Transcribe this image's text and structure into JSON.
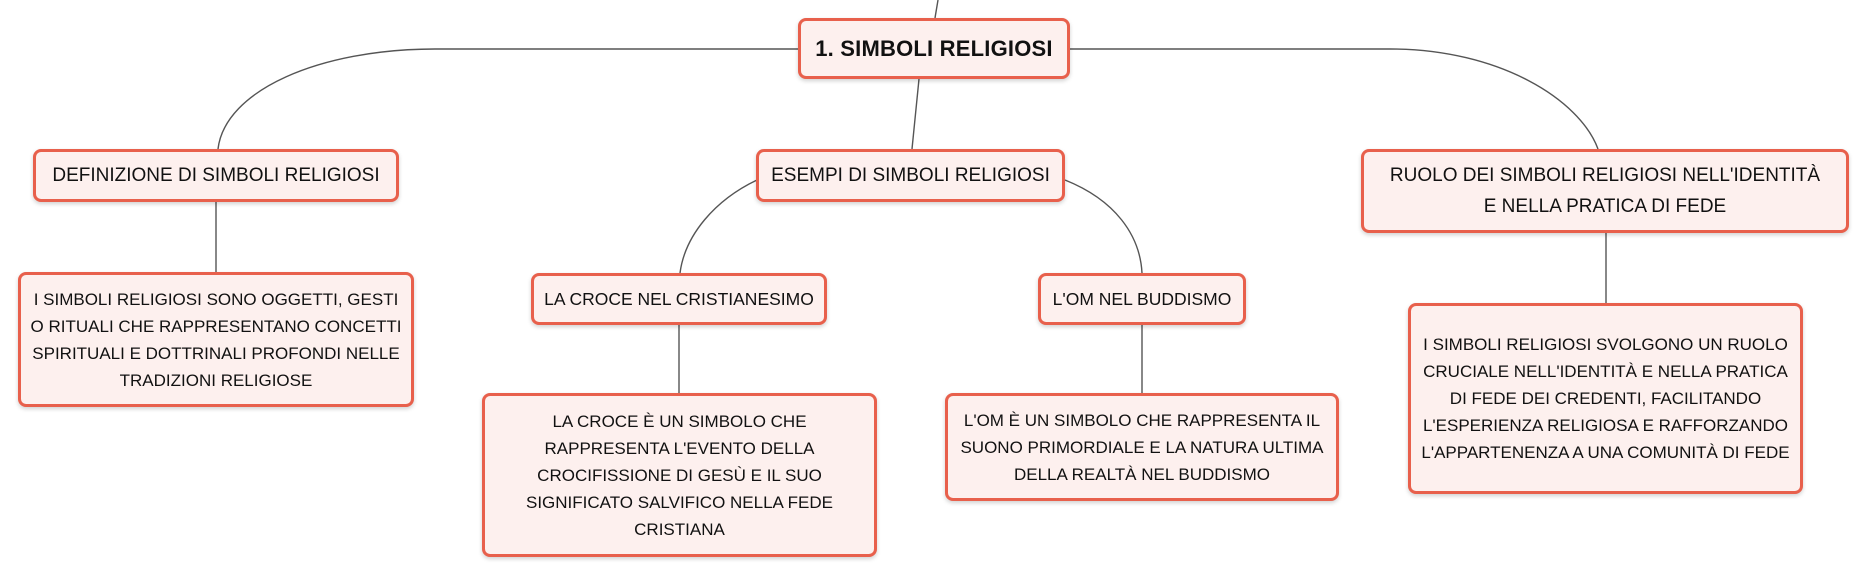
{
  "root": {
    "label": "1. SIMBOLI RELIGIOSI"
  },
  "branches": [
    {
      "label": "DEFINIZIONE DI SIMBOLI RELIGIOSI",
      "description": "I SIMBOLI RELIGIOSI SONO OGGETTI, GESTI O RITUALI CHE RAPPRESENTANO CONCETTI SPIRITUALI E DOTTRINALI PROFONDI NELLE TRADIZIONI RELIGIOSE"
    },
    {
      "label": "ESEMPI DI SIMBOLI RELIGIOSI",
      "children": [
        {
          "label": "LA CROCE NEL CRISTIANESIMO",
          "description": "LA CROCE È UN SIMBOLO CHE RAPPRESENTA L'EVENTO DELLA CROCIFISSIONE DI GESÙ E IL SUO SIGNIFICATO SALVIFICO NELLA FEDE CRISTIANA"
        },
        {
          "label": "L'OM NEL BUDDISMO",
          "description": "L'OM È UN SIMBOLO CHE RAPPRESENTA IL SUONO PRIMORDIALE E LA NATURA ULTIMA DELLA REALTÀ NEL BUDDISMO"
        }
      ]
    },
    {
      "label": "RUOLO DEI SIMBOLI RELIGIOSI NELL'IDENTITÀ E NELLA PRATICA DI FEDE",
      "description": "I SIMBOLI RELIGIOSI SVOLGONO UN RUOLO CRUCIALE NELL'IDENTITÀ E NELLA PRATICA DI FEDE DEI CREDENTI, FACILITANDO L'ESPERIENZA RELIGIOSA E RAFFORZANDO L'APPARTENENZA A UNA COMUNITÀ DI FEDE"
    }
  ],
  "colors": {
    "node_border": "#e8604c",
    "node_fill": "#fdf0ee",
    "connector": "#555555",
    "text": "#111111"
  }
}
